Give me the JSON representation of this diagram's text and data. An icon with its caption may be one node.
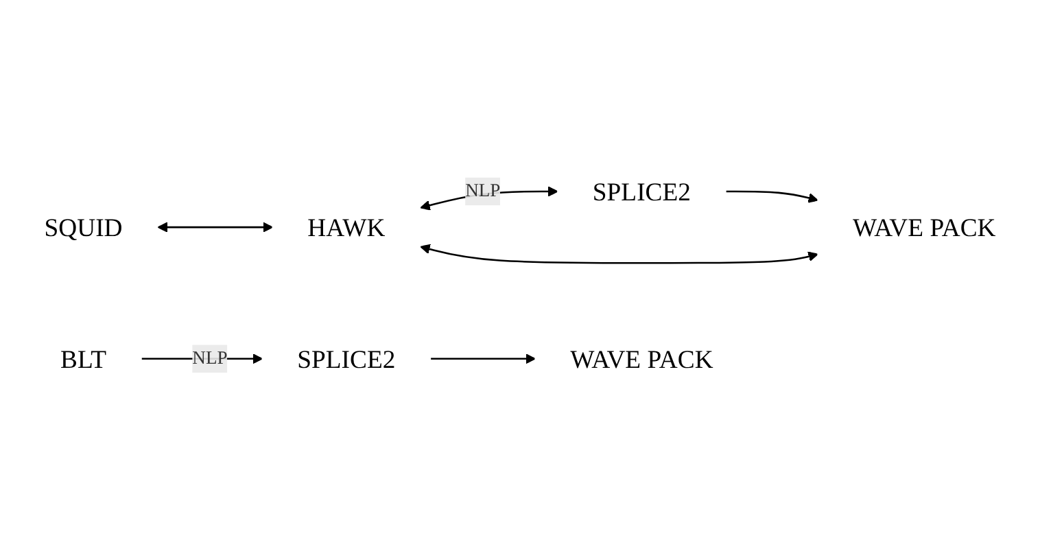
{
  "diagram": {
    "nodes": [
      {
        "text": [
          "SQUID"
        ]
      },
      {
        "text": [
          "HAWK"
        ]
      },
      {
        "text": [
          "SPLICE2"
        ]
      },
      {
        "text": [
          "WAVE PACK"
        ]
      },
      {
        "text": [
          "BLT"
        ]
      },
      {
        "text": [
          "SPLICE2"
        ]
      },
      {
        "text": [
          "WAVE PACK"
        ]
      }
    ],
    "edges": [
      {
        "from": 0,
        "to": 1,
        "arrow": "both"
      },
      {
        "from": 1,
        "to": 2,
        "arrow": "both",
        "label": "NLP"
      },
      {
        "from": 2,
        "to": 3,
        "arrow": "to"
      },
      {
        "from": 1,
        "to": 3,
        "arrow": "both"
      },
      {
        "from": 4,
        "to": 5,
        "arrow": "to",
        "label": "NLP"
      },
      {
        "from": 5,
        "to": 6,
        "arrow": "to"
      }
    ]
  }
}
